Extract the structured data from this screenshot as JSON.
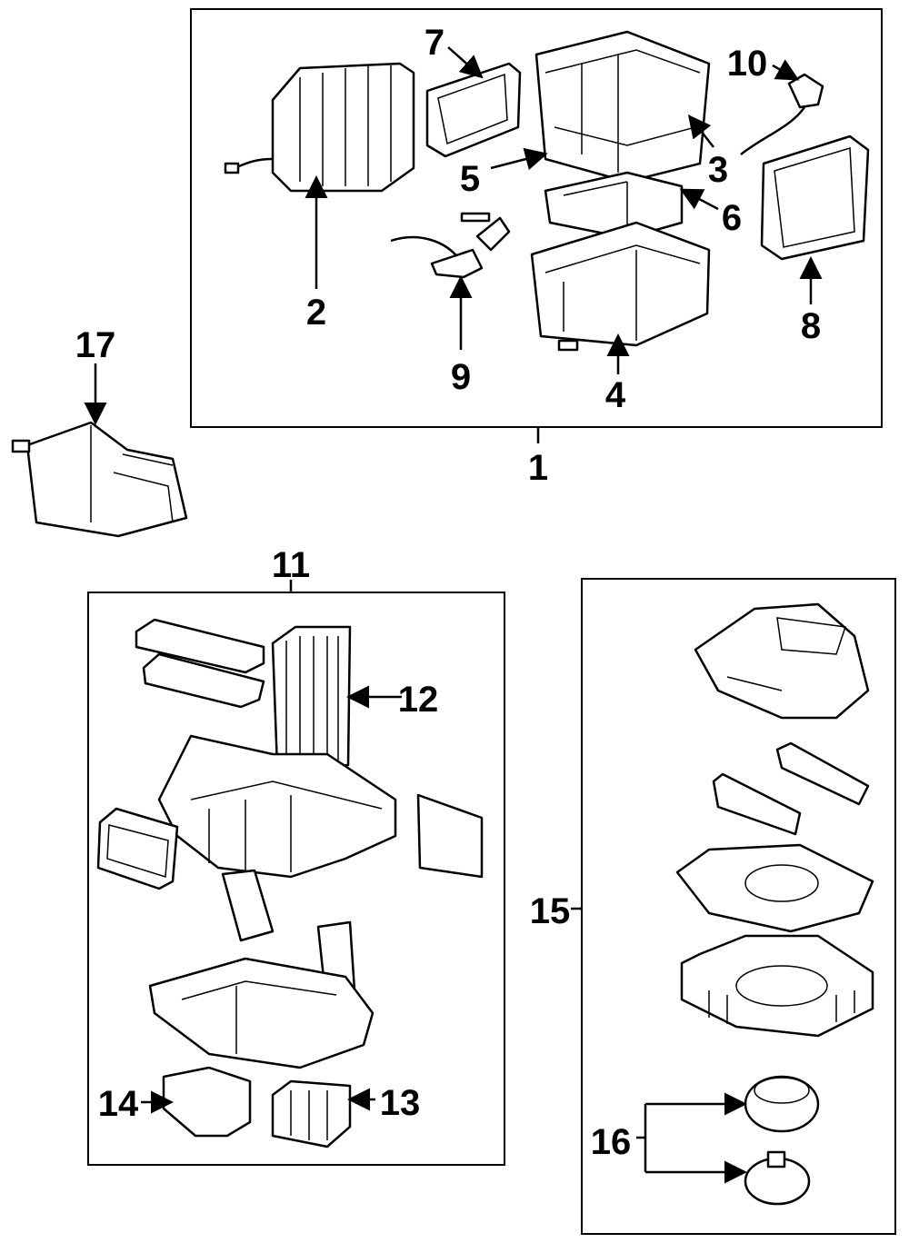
{
  "callouts": {
    "c1": "1",
    "c2": "2",
    "c3": "3",
    "c4": "4",
    "c5": "5",
    "c6": "6",
    "c7": "7",
    "c8": "8",
    "c9": "9",
    "c10": "10",
    "c11": "11",
    "c12": "12",
    "c13": "13",
    "c14": "14",
    "c15": "15",
    "c16": "16",
    "c17": "17"
  },
  "colors": {
    "line": "#000000",
    "background": "#ffffff"
  }
}
